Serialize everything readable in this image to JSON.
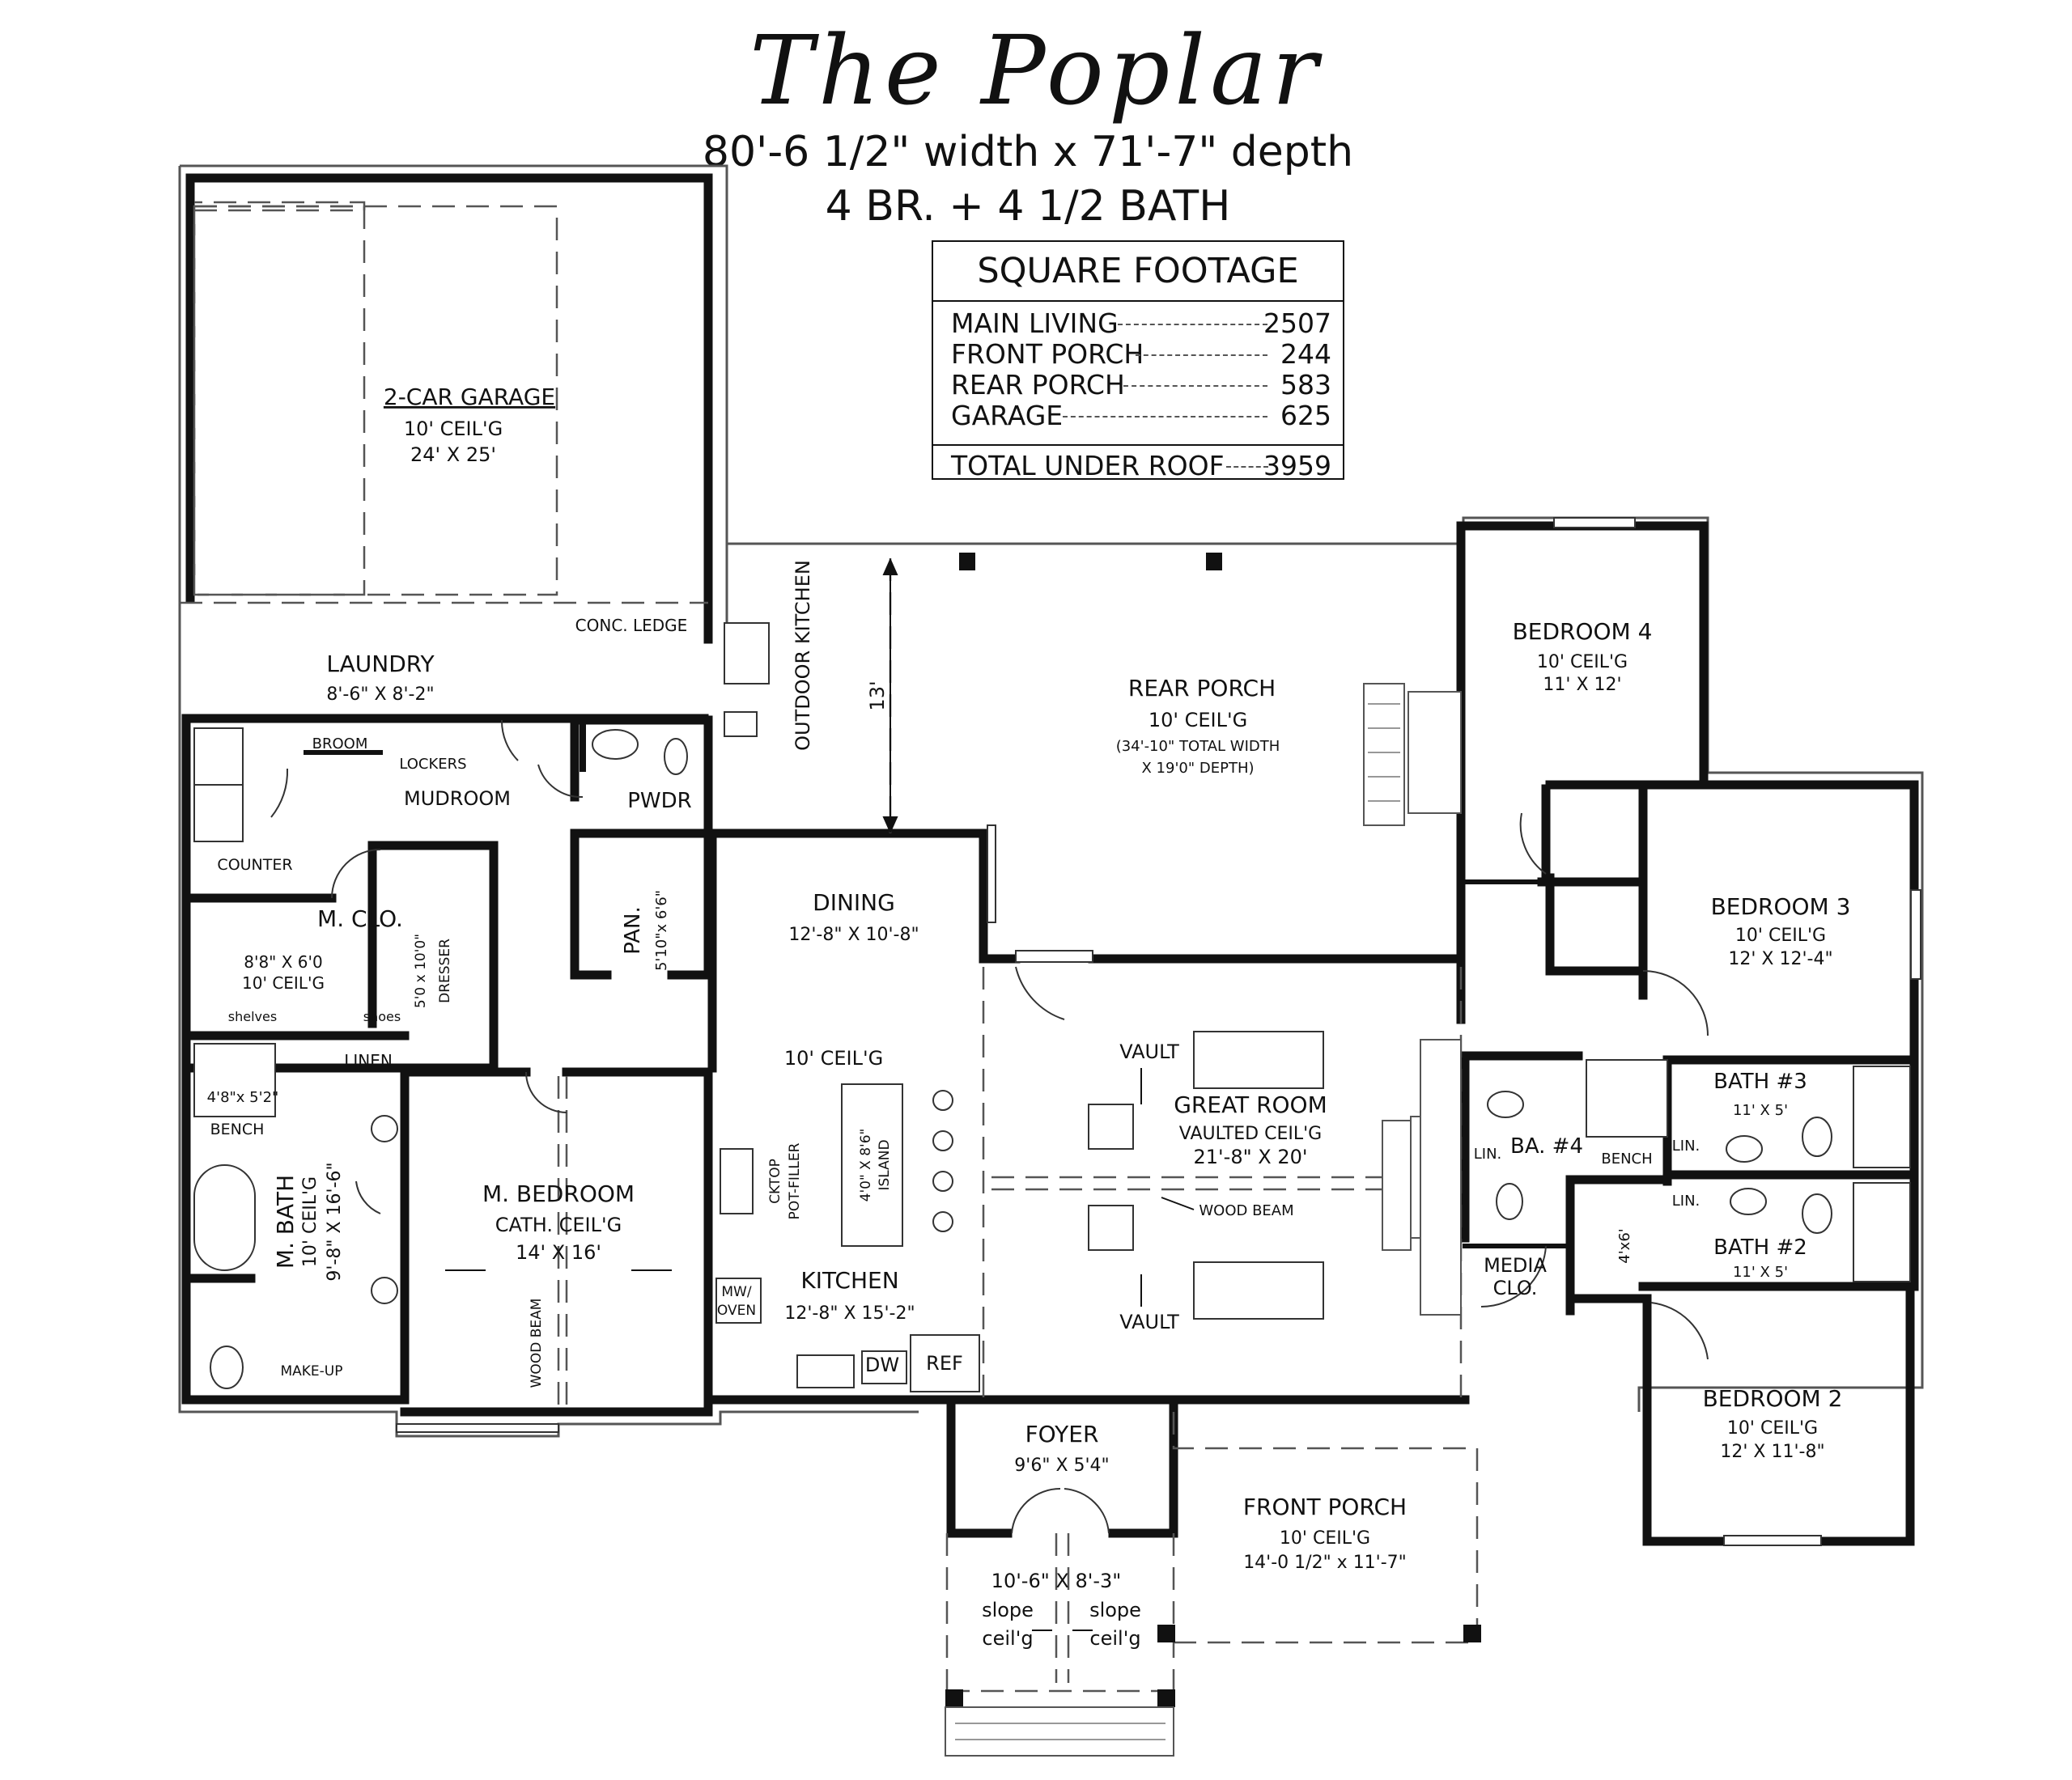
{
  "header": {
    "title": "The Poplar",
    "dimensions": "80'-6 1/2\" width x 71'-7\" depth",
    "beds_baths": "4 BR. + 4 1/2 BATH"
  },
  "square_footage": {
    "heading": "SQUARE FOOTAGE",
    "rows": [
      {
        "label": "MAIN LIVING",
        "value": "2507"
      },
      {
        "label": "FRONT PORCH",
        "value": "244"
      },
      {
        "label": "REAR PORCH",
        "value": "583"
      },
      {
        "label": "GARAGE",
        "value": "625"
      }
    ],
    "total": {
      "label": "TOTAL UNDER ROOF",
      "value": "3959"
    }
  },
  "rooms": {
    "garage": {
      "name": "2-CAR GARAGE",
      "ceiling": "10' CEIL'G",
      "size": "24' X 25'"
    },
    "conc_ledge": "CONC. LEDGE",
    "laundry": {
      "name": "LAUNDRY",
      "size": "8'-6\" X 8'-2\""
    },
    "broom": "BROOM",
    "lockers": "LOCKERS",
    "mudroom": "MUDROOM",
    "counter": "COUNTER",
    "pwdr": "PWDR",
    "outdoor_kitchen": "OUTDOOR KITCHEN",
    "rear_porch": {
      "name": "REAR PORCH",
      "ceiling": "10' CEIL'G",
      "note1": "(34'-10\" TOTAL WIDTH",
      "note2": "X 19'0\" DEPTH)",
      "depth": "13'"
    },
    "pantry": {
      "name": "PAN.",
      "size": "5'10\"x 6'6\""
    },
    "m_closet": {
      "name": "M. CLO.",
      "size": "8'8\" X 6'0",
      "ceiling": "10' CEIL'G",
      "shelves": "shelves",
      "shoes": "shoes"
    },
    "dresser": {
      "size": "5'0 x 10'0\"",
      "name": "DRESSER"
    },
    "dining": {
      "name": "DINING",
      "size": "12'-8\" X 10'-8\""
    },
    "kitchen": {
      "name": "KITCHEN",
      "size": "12'-8\" X 15'-2\"",
      "ceiling": "10' CEIL'G",
      "island_size": "4'0\" X 8'6\"",
      "island": "ISLAND",
      "cktop": "CKTOP",
      "pot_filler": "POT-FILLER",
      "mw": "MW/",
      "oven": "OVEN",
      "dw": "DW",
      "ref": "REF"
    },
    "linen": "LINEN",
    "shower": "4'8\"x 5'2\"",
    "bench": "BENCH",
    "m_bath": {
      "name": "M. BATH",
      "ceiling": "10' CEIL'G",
      "size": "9'-8\" X 16'-6\"",
      "makeup": "MAKE-UP"
    },
    "m_bedroom": {
      "name": "M. BEDROOM",
      "ceiling": "CATH. CEIL'G",
      "size": "14' X 16'",
      "beam": "WOOD BEAM"
    },
    "great_room": {
      "name": "GREAT ROOM",
      "ceiling": "VAULTED CEIL'G",
      "size": "21'-8\" X 20'",
      "vault": "VAULT",
      "beam": "WOOD BEAM"
    },
    "bedroom4": {
      "name": "BEDROOM 4",
      "ceiling": "10' CEIL'G",
      "size": "11' X 12'"
    },
    "bedroom3": {
      "name": "BEDROOM 3",
      "ceiling": "10' CEIL'G",
      "size": "12' X 12'-4\""
    },
    "ba4": {
      "name": "BA. #4",
      "lin": "LIN.",
      "bench": "BENCH"
    },
    "bath3": {
      "name": "BATH #3",
      "size": "11' X 5'",
      "lin": "LIN."
    },
    "bath2": {
      "name": "BATH #2",
      "size": "11' X 5'",
      "lin": "LIN.",
      "closet": "4'x6'"
    },
    "media_clo": {
      "line1": "MEDIA",
      "line2": "CLO."
    },
    "bedroom2": {
      "name": "BEDROOM 2",
      "ceiling": "10' CEIL'G",
      "size": "12' X 11'-8\""
    },
    "foyer": {
      "name": "FOYER",
      "size": "9'6\" X 5'4\""
    },
    "front_porch": {
      "name": "FRONT PORCH",
      "ceiling": "10' CEIL'G",
      "size": "14'-0 1/2\" x 11'-7\""
    },
    "entry_porch": {
      "size": "10'-6\" X 8'-3\"",
      "slope": "slope",
      "ceilg": "ceil'g"
    }
  }
}
